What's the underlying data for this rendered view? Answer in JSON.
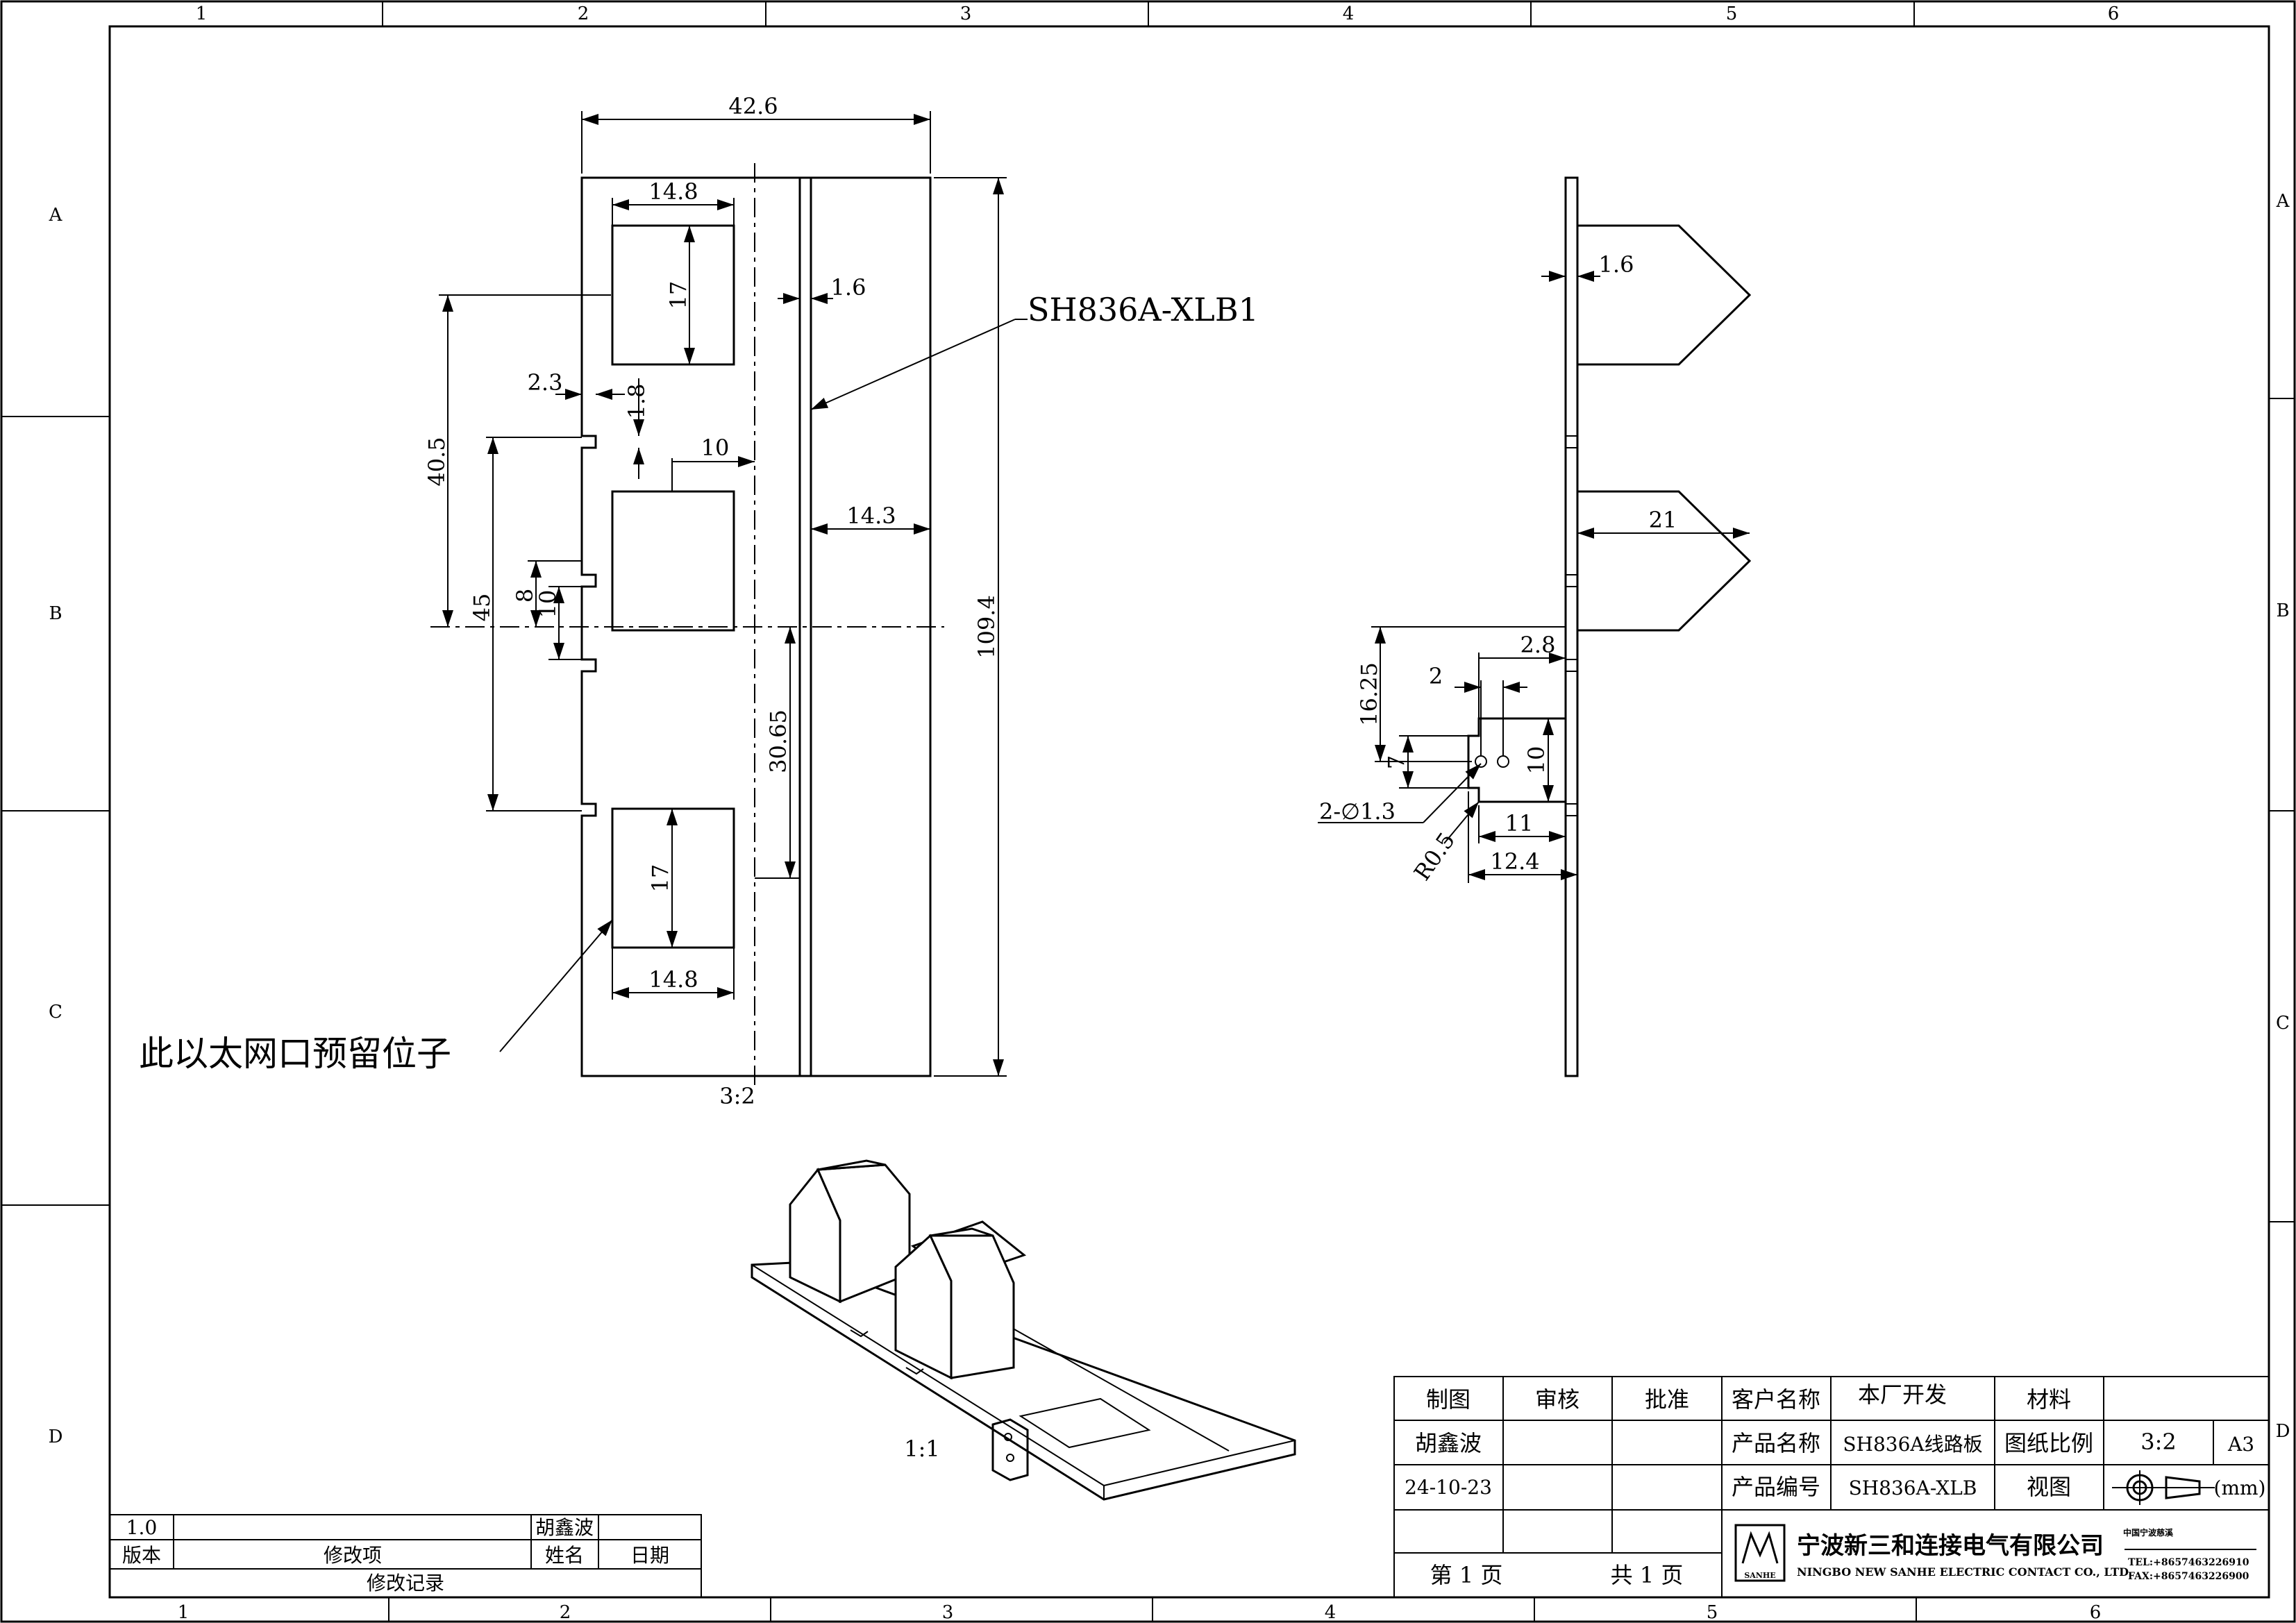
{
  "frame": {
    "columns": [
      "1",
      "2",
      "3",
      "4",
      "5",
      "6"
    ],
    "rows": [
      "A",
      "B",
      "C",
      "D"
    ]
  },
  "front_view": {
    "part_label": "SH836A-XLB1",
    "note": "此以太网口预留位子",
    "scale": "3:2",
    "dims": {
      "overall_width": "42.6",
      "port_width_top": "14.8",
      "port_height_top": "17",
      "board_thickness": "1.6",
      "notch_w": "2.3",
      "notch_h": "1.8",
      "port_offset": "10",
      "pitch_40_5": "40.5",
      "pitch_45": "45",
      "notch_8": "8",
      "notch_10": "10",
      "strip_width": "14.3",
      "overall_height": "109.4",
      "center_30_65": "30.65",
      "port_height_bottom": "17",
      "port_width_bottom": "14.8"
    }
  },
  "side_view": {
    "dims": {
      "thickness": "1.6",
      "port_depth": "21",
      "d_2_8": "2.8",
      "d_2": "2",
      "d_16_25": "16.25",
      "d_7": "7",
      "d_10": "10",
      "holes": "2-∅1.3",
      "radius": "R0.5",
      "d_11": "11",
      "d_12_4": "12.4"
    }
  },
  "iso_view": {
    "scale": "1:1"
  },
  "revision_table": {
    "row1": {
      "version": "1.0",
      "item": "",
      "name": "胡鑫波",
      "date": ""
    },
    "headers": {
      "version": "版本",
      "item": "修改项",
      "name": "姓名",
      "date": "日期"
    },
    "footer": "修改记录"
  },
  "title_block": {
    "h_drawn": "制图",
    "h_check": "审核",
    "h_approve": "批准",
    "h_customer": "客户名称",
    "customer": "本厂开发",
    "h_material": "材料",
    "drawn_by": "胡鑫波",
    "h_product_name": "产品名称",
    "product_name": "SH836A线路板",
    "h_scale": "图纸比例",
    "scale": "3:2",
    "paper": "A3",
    "date": "24-10-23",
    "h_product_no": "产品编号",
    "product_no": "SH836A-XLB",
    "h_view": "视图",
    "unit": "(mm)",
    "page": "第 1 页",
    "total": "共 1 页",
    "company_cn": "宁波新三和连接电气有限公司",
    "company_en": "NINGBO NEW SANHE ELECTRIC CONTACT CO., LTD.",
    "logo_text": "SANHE",
    "stamp_top": "中国宁波慈溪",
    "tel": "TEL:+8657463226910",
    "fax": "FAX:+8657463226900"
  }
}
